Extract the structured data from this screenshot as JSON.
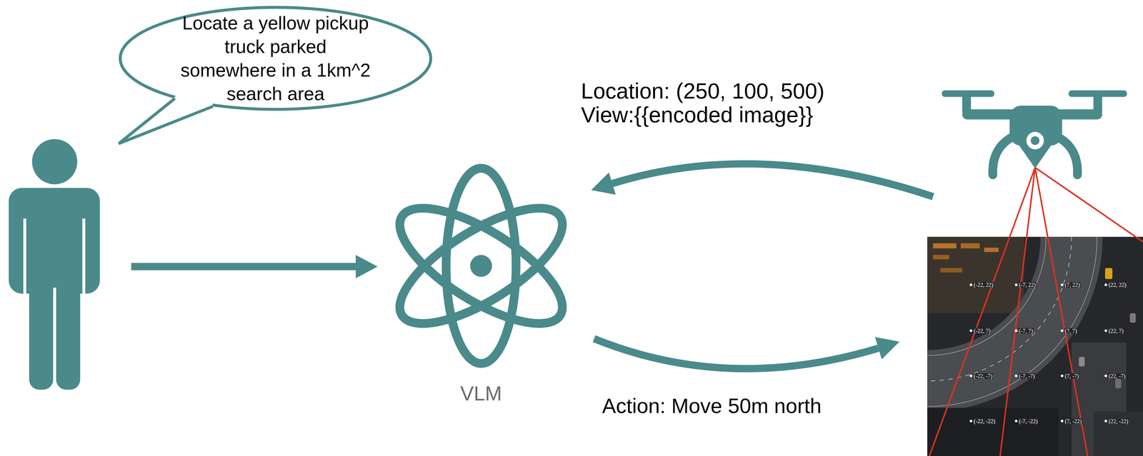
{
  "diagram": {
    "nodes": [
      {
        "text": [
          "Locate a yellow pickup truck parked somewhere in a 1km^2 search area"
        ]
      },
      {
        "text": [
          "VLM"
        ]
      }
    ],
    "labels": [
      "Location: (250, 100, 500)",
      "View:{{encoded image}}",
      "Action: Move 50m north",
      "(-22, 22)",
      "(-7, 22)",
      "(7, 22)",
      "(22, 22)",
      "(-22, 7)",
      "(-7, 7)",
      "(7, 7)",
      "(22, 7)",
      "(-22, -7)",
      "(-7, -7)",
      "(7, -7)",
      "(22, -7)",
      "(-22, -22)",
      "(-7, -22)",
      "(7, -22)",
      "(22, -22)"
    ]
  }
}
